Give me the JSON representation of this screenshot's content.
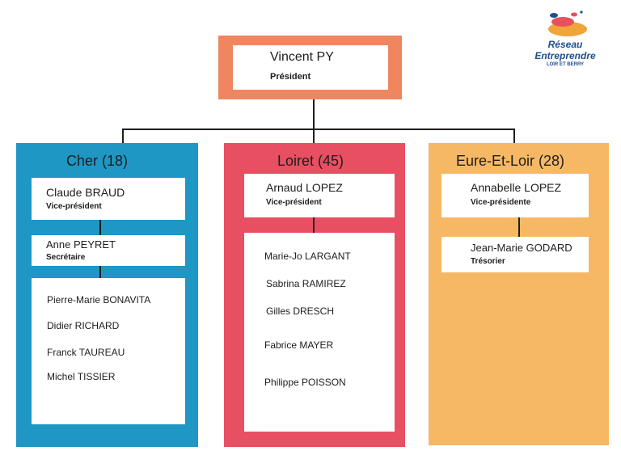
{
  "president": {
    "name": "Vincent PY",
    "role": "Président"
  },
  "logo": {
    "line1": "Réseau",
    "line2": "Entreprendre",
    "line3": "LOIR ET BERRY",
    "colors": {
      "orange": "#f0a53a",
      "red": "#e8505b",
      "blue": "#1c4f8e"
    }
  },
  "regions": [
    {
      "title": "Cher (18)",
      "color": "#1f97c4",
      "officers": [
        {
          "name": "Claude BRAUD",
          "role": "Vice-président"
        },
        {
          "name": "Anne PEYRET",
          "role": "Secrétaire"
        }
      ],
      "members": [
        "Pierre-Marie BONAVITA",
        "Didier RICHARD",
        "Franck TAUREAU",
        "Michel TISSIER"
      ]
    },
    {
      "title": "Loiret (45)",
      "color": "#e84f62",
      "officers": [
        {
          "name": "Arnaud LOPEZ",
          "role": "Vice-président"
        }
      ],
      "members": [
        "Marie-Jo LARGANT",
        "Sabrina RAMIREZ",
        "Gilles DRESCH",
        "Fabrice MAYER",
        "Philippe POISSON"
      ]
    },
    {
      "title": "Eure-Et-Loir (28)",
      "color": "#f7b865",
      "officers": [
        {
          "name": "Annabelle LOPEZ",
          "role": "Vice-présidente"
        },
        {
          "name": "Jean-Marie GODARD",
          "role": "Trésorier"
        }
      ],
      "members": []
    }
  ],
  "colors": {
    "president_frame": "#ef8660",
    "lines": "#1d1d1b"
  }
}
